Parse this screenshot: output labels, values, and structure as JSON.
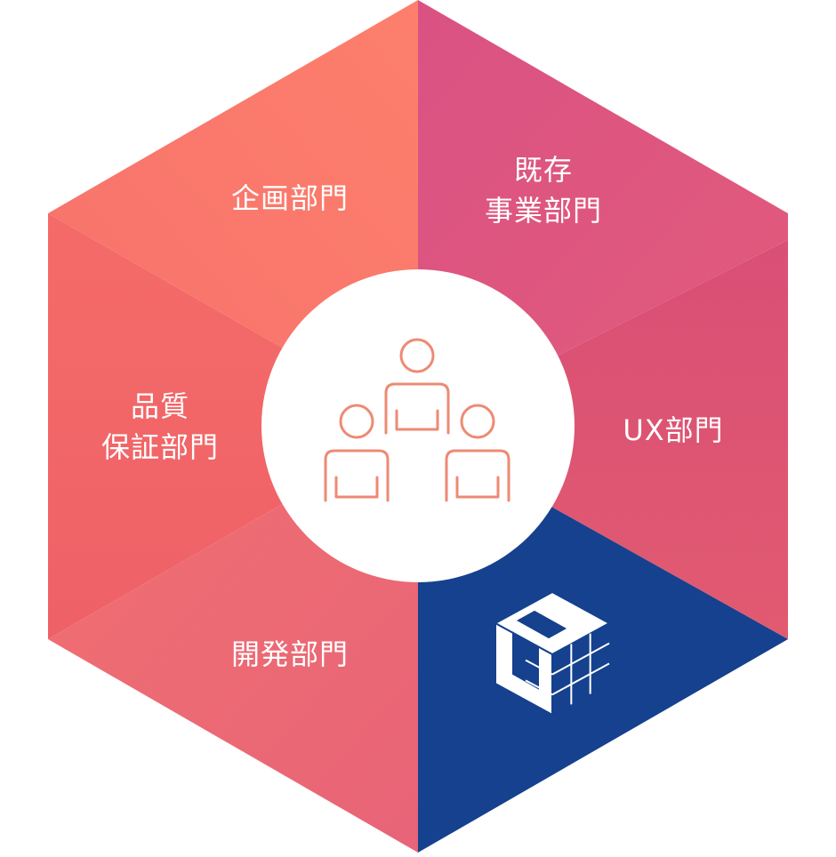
{
  "diagram": {
    "segments": [
      {
        "id": "planning",
        "lines": [
          "企画部門"
        ],
        "color_start": "#f6716c",
        "color_end": "#fd7f6c"
      },
      {
        "id": "existing-business",
        "lines": [
          "既存",
          "事業部門"
        ],
        "color_start": "#da5283",
        "color_end": "#e25b7b"
      },
      {
        "id": "ux",
        "lines": [
          "UX部門"
        ],
        "color_start": "#d94f76",
        "color_end": "#e15a70"
      },
      {
        "id": "qa",
        "lines": [
          "品質",
          "保証部門"
        ],
        "color_start": "#f56b69",
        "color_end": "#ee6167"
      },
      {
        "id": "development",
        "lines": [
          "開発部門"
        ],
        "color_start": "#f07070",
        "color_end": "#e86478"
      },
      {
        "id": "cube-logo",
        "lines": [],
        "color_start": "#15418e",
        "color_end": "#15418e"
      }
    ],
    "center_icon": "people-group-icon",
    "logo_icon": "cube-logo-icon",
    "colors": {
      "center_fill": "#ffffff",
      "people_stroke": "#ee8a74",
      "label_text": "#ffffff",
      "cube_face": "#ffffff",
      "cube_grid": "#15418e"
    }
  }
}
